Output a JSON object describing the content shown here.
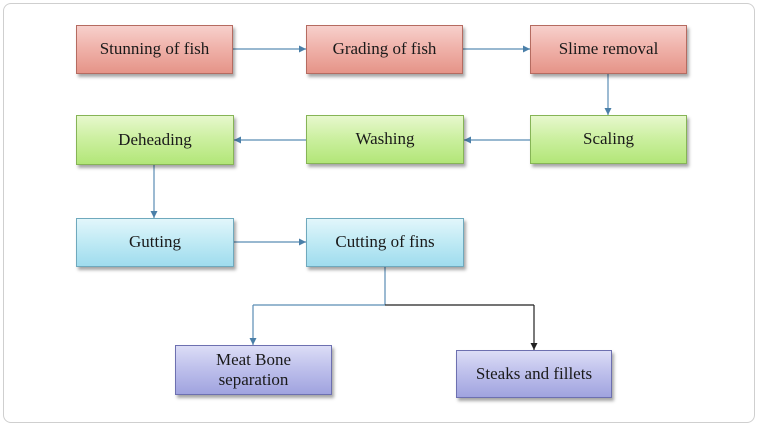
{
  "nodes": {
    "stunning": "Stunning of fish",
    "grading": "Grading of fish",
    "slime": "Slime removal",
    "scaling": "Scaling",
    "washing": "Washing",
    "deheading": "Deheading",
    "gutting": "Gutting",
    "cutting_fins": "Cutting of fins",
    "meat_bone_line1": "Meat Bone",
    "meat_bone_line2": "separation",
    "steaks": "Steaks and fillets"
  },
  "colors": {
    "red": "#f0b3ab",
    "green": "#cdf0a2",
    "blue": "#c2ebf5",
    "purple": "#bfc1ec",
    "arrow": "#5b8db5"
  }
}
